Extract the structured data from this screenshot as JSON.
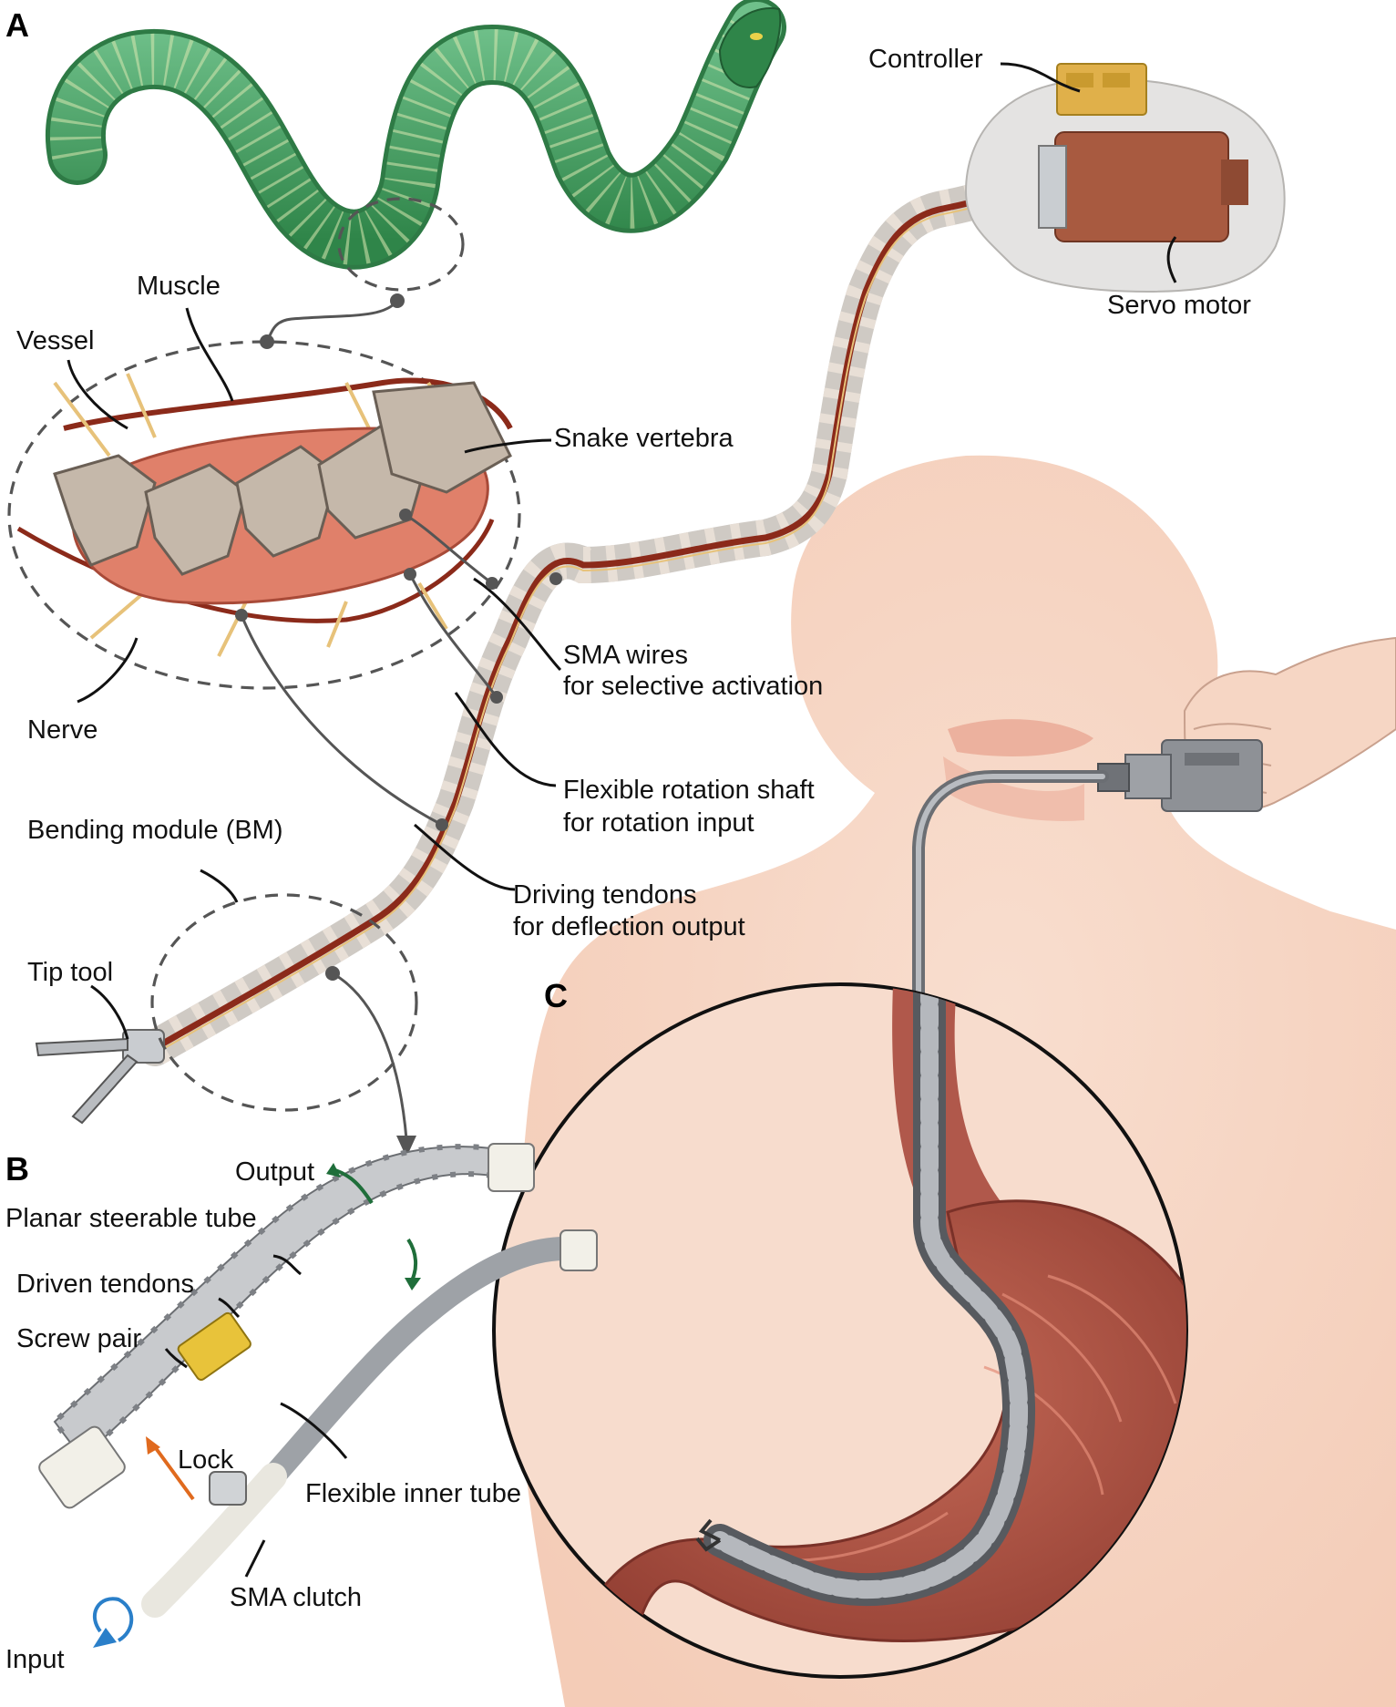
{
  "panels": {
    "a": "A",
    "b": "B",
    "c": "C"
  },
  "labels": {
    "controller": "Controller",
    "servo_motor": "Servo motor",
    "muscle": "Muscle",
    "vessel": "Vessel",
    "snake_vertebra": "Snake vertebra",
    "nerve": "Nerve",
    "sma_wires_1": "SMA wires",
    "sma_wires_2": "for selective activation",
    "flex_shaft_1": "Flexible rotation shaft",
    "flex_shaft_2": "for rotation input",
    "driving_tendons_1": "Driving tendons",
    "driving_tendons_2": "for deflection output",
    "bending_module": "Bending module (BM)",
    "tip_tool": "Tip tool",
    "output": "Output",
    "planar_tube": "Planar steerable tube",
    "driven_tendons": "Driven tendons",
    "screw_pair": "Screw pair",
    "lock": "Lock",
    "flexible_inner_tube": "Flexible inner tube",
    "sma_clutch": "SMA clutch",
    "input": "Input"
  },
  "colors": {
    "snake_green": "#3f9a5a",
    "muscle": "#e0806a",
    "vertebra": "#b9ab9c",
    "vessel": "#8b2a1a",
    "nerve": "#e7c27a",
    "skin": "#f6d3c2",
    "stomach": "#b4584a",
    "device_grey": "#8c8f94",
    "motor": "#a85a40",
    "controller_board": "#e0b04a",
    "arrow_green": "#1f6e3a",
    "arrow_blue": "#2a7fc9",
    "arrow_orange": "#e06a1e"
  }
}
